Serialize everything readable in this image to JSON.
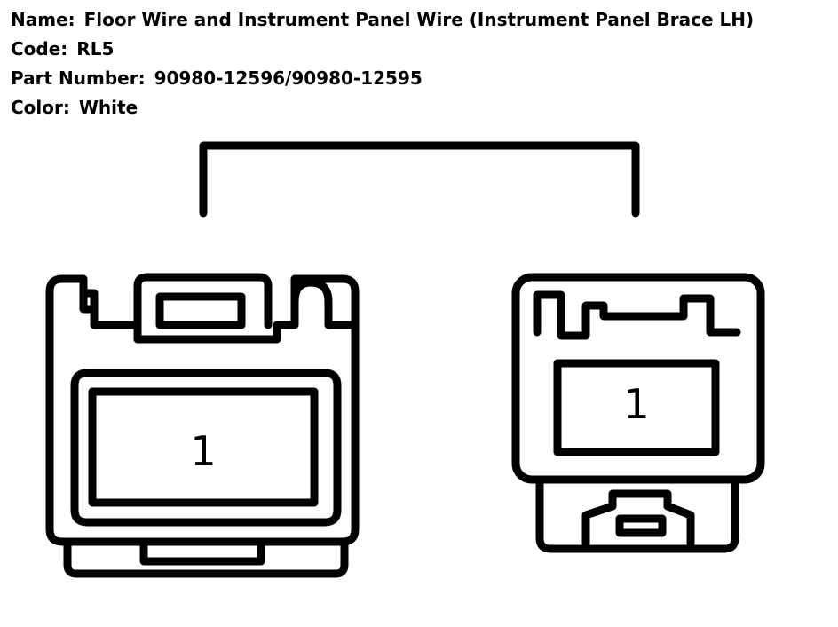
{
  "info": {
    "name_label": "Name:",
    "name_value": "Floor Wire and Instrument Panel Wire (Instrument Panel Brace LH)",
    "code_label": "Code:",
    "code_value": "RL5",
    "part_label": "Part Number:",
    "part_value": "90980-12596/90980-12595",
    "color_label": "Color:",
    "color_value": "White"
  },
  "connectors": {
    "left": {
      "pin": "1"
    },
    "right": {
      "pin": "1"
    }
  }
}
